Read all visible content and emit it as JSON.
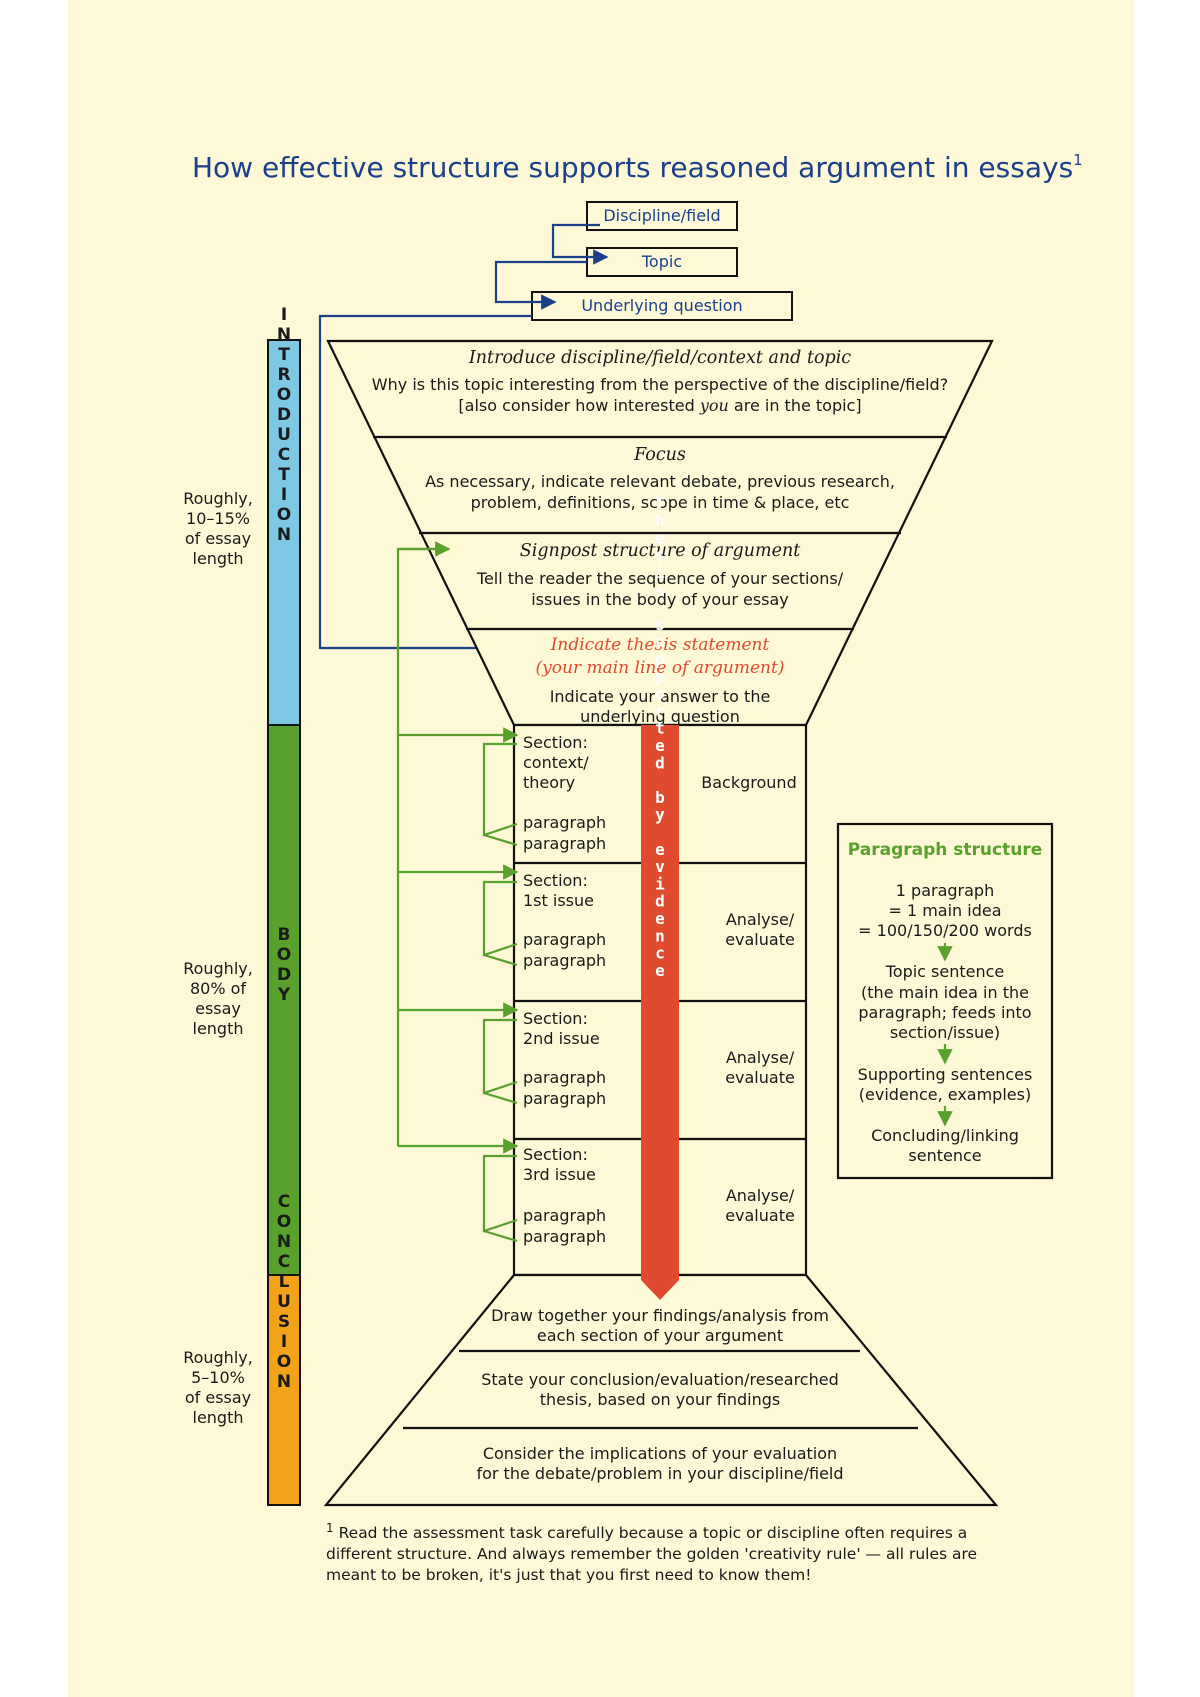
{
  "title": "How effective structure supports reasoned argument in essays",
  "title_note": "1",
  "top_boxes": {
    "discipline": "Discipline/field",
    "topic": "Topic",
    "question": "Underlying question"
  },
  "side_bars": {
    "introduction": "INTRODUCTION",
    "body": "BODY",
    "conclusion": "CONCLUSION"
  },
  "side_notes": {
    "intro": [
      "Roughly,",
      "10–15%",
      "of essay",
      "length"
    ],
    "body": [
      "Roughly,",
      "80% of",
      "essay",
      "length"
    ],
    "conclusion": [
      "Roughly,",
      "5–10%",
      "of essay",
      "length"
    ]
  },
  "intro_funnel": {
    "introduce": {
      "heading": "Introduce discipline/field/context and topic",
      "line1": "Why is this topic interesting from the perspective of the discipline/field?",
      "line2_before": "[also consider how interested ",
      "line2_em": "you",
      "line2_after": " are in the topic]"
    },
    "focus": {
      "heading": "Focus",
      "line1": "As necessary, indicate relevant debate, previous research,",
      "line2": "problem, definitions, scope in time & place, etc"
    },
    "signpost": {
      "heading": "Signpost structure of argument",
      "line1": "Tell the reader the sequence of your sections/",
      "line2": "issues in the body of your essay"
    },
    "thesis": {
      "heading1": "Indicate thesis statement",
      "heading2": "(your main line of argument)",
      "line1": "Indicate your answer to the",
      "line2": "underlying question"
    }
  },
  "body_sections": [
    {
      "label": [
        "Section:",
        "context/",
        "theory"
      ],
      "paragraphs": [
        "paragraph",
        "paragraph"
      ],
      "role": [
        "Background"
      ]
    },
    {
      "label": [
        "Section:",
        "1st issue"
      ],
      "paragraphs": [
        "paragraph",
        "paragraph"
      ],
      "role": [
        "Analyse/",
        "evaluate"
      ]
    },
    {
      "label": [
        "Section:",
        "2nd issue"
      ],
      "paragraphs": [
        "paragraph",
        "paragraph"
      ],
      "role": [
        "Analyse/",
        "evaluate"
      ]
    },
    {
      "label": [
        "Section:",
        "3rd issue"
      ],
      "paragraphs": [
        "paragraph",
        "paragraph"
      ],
      "role": [
        "Analyse/",
        "evaluate"
      ]
    }
  ],
  "thesis_arrow": "Thesis supported by evidence",
  "conclusion_funnel": [
    {
      "line1": "Draw together your findings/analysis from",
      "line2": "each section of your argument"
    },
    {
      "line1": "State your conclusion/evaluation/researched",
      "line2": "thesis, based on your findings"
    },
    {
      "line1": "Consider the implications of your evaluation",
      "line2": "for the debate/problem in your discipline/field"
    }
  ],
  "paragraph_box": {
    "title": "Paragraph structure",
    "rule": [
      "1 paragraph",
      "= 1 main idea",
      "= 100/150/200 words"
    ],
    "topic": [
      "Topic sentence",
      "(the main idea in the",
      "paragraph; feeds into",
      "section/issue)"
    ],
    "supporting": [
      "Supporting sentences",
      "(evidence, examples)"
    ],
    "concluding": [
      "Concluding/linking",
      "sentence"
    ]
  },
  "footnote": {
    "number": "1",
    "text": "Read the assessment task carefully because a topic or discipline often requires a different structure. And always remember the golden 'creativity rule' — all rules are meant to be broken, it's just that you first need to know them!"
  },
  "colors": {
    "page_bg": "#fdf8d5",
    "title_blue": "#1b3f8b",
    "arrow_blue": "#1b3f8b",
    "intro_bar": "#7ec8e3",
    "body_bar": "#5aa02c",
    "conclusion_bar": "#f2a31b",
    "thesis_red": "#e04b2f",
    "green": "#5aa02c"
  }
}
